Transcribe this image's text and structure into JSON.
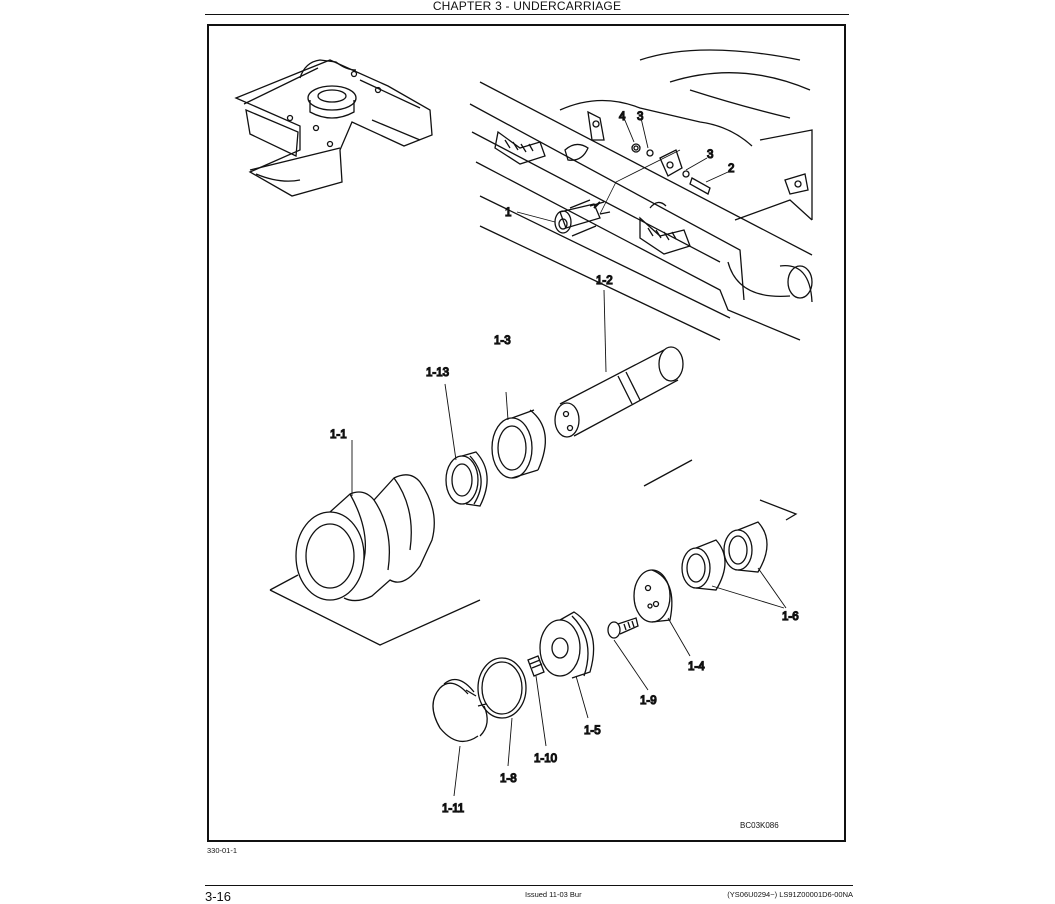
{
  "header": {
    "chapter_title": "CHAPTER 3 - UNDERCARRIAGE"
  },
  "figure": {
    "drawing_code": "BC03K086",
    "figure_ref": "330-01-1",
    "callouts": {
      "c1": "1",
      "c2": "2",
      "c3a": "3",
      "c3b": "3",
      "c4": "4",
      "c1_1": "1-1",
      "c1_2": "1-2",
      "c1_3": "1-3",
      "c1_4": "1-4",
      "c1_5": "1-5",
      "c1_6": "1-6",
      "c1_8": "1-8",
      "c1_9": "1-9",
      "c1_10": "1-10",
      "c1_11": "1-11",
      "c1_13": "1-13"
    }
  },
  "footer": {
    "page_number": "3-16",
    "issued": "Issued 11-03    Bur",
    "doc_id": "(YS06U0294~)   LS91Z00001D6-00NA"
  }
}
